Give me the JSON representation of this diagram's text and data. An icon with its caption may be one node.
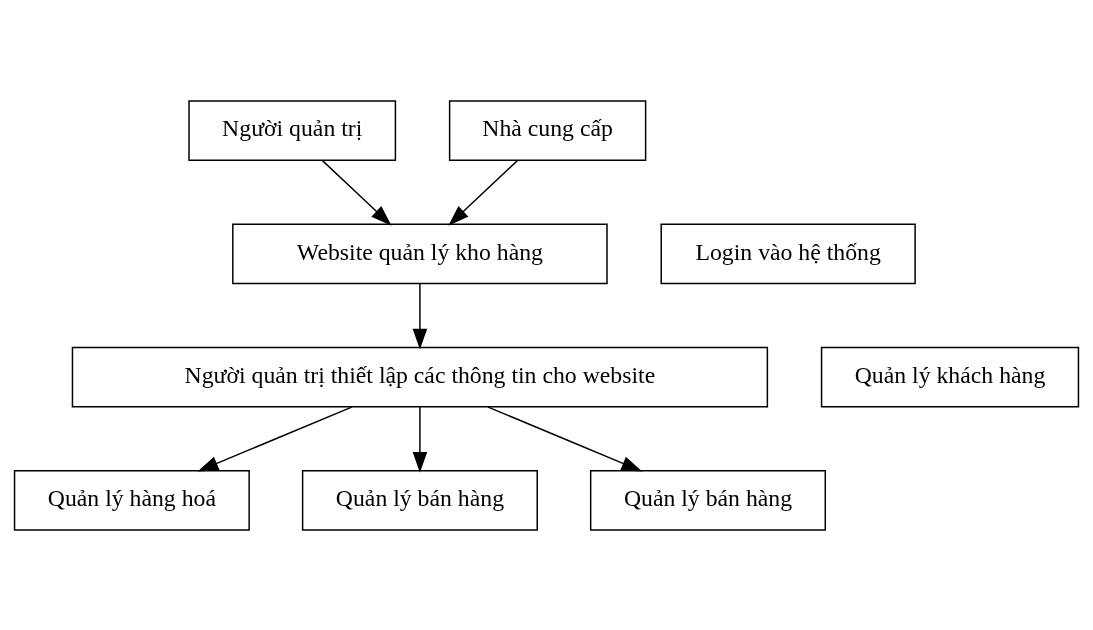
{
  "diagram": {
    "nodes": [
      {
        "text": [
          "Người quản trị"
        ]
      },
      {
        "text": [
          "Nhà cung cấp"
        ]
      },
      {
        "text": [
          "Login vào hệ thống"
        ]
      },
      {
        "text": [
          "Website quản lý kho hàng"
        ]
      },
      {
        "text": [
          "Quản lý khách hàng"
        ]
      },
      {
        "text": [
          "Người quản trị thiết lập các thông tin cho website"
        ]
      },
      {
        "text": [
          "Quản lý hàng hoá"
        ]
      },
      {
        "text": [
          "Quản lý bán hàng"
        ]
      },
      {
        "text": [
          "Quản lý bán hàng"
        ]
      }
    ],
    "edges": [
      {
        "from": 0,
        "to": 3,
        "arrow": "to"
      },
      {
        "from": 1,
        "to": 3,
        "arrow": "to"
      },
      {
        "from": 3,
        "to": 5,
        "arrow": "to"
      },
      {
        "from": 5,
        "to": 6,
        "arrow": "to"
      },
      {
        "from": 5,
        "to": 7,
        "arrow": "to"
      },
      {
        "from": 5,
        "to": 8,
        "arrow": "to"
      }
    ]
  }
}
